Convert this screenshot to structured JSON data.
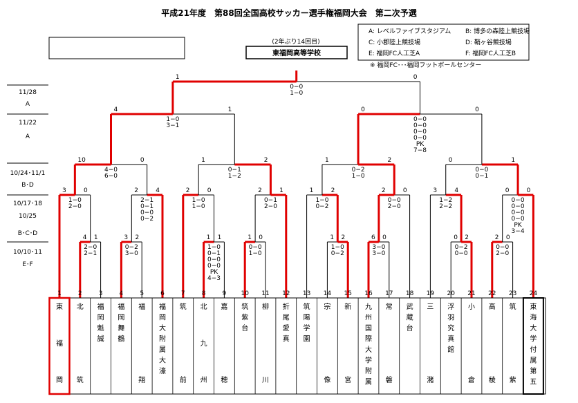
{
  "title": "平成21年度　第88回全国高校サッカー選手権福岡大会　第二次予選",
  "champion_note": "(2年ぶり14回目)",
  "champion_name": "東福岡高等学校",
  "venues": [
    "A: レベルファイブスタジアム",
    "B: 博多の森陸上競技場",
    "C: 小郡陸上競技場",
    "D: 鞘ヶ谷競技場",
    "E: 福岡FC人工芝A",
    "F: 福岡FC人工芝B"
  ],
  "venue_note": "※ 福岡FC･･･福岡フットボールセンター",
  "rounds": [
    {
      "date": "11/28",
      "venue": "A"
    },
    {
      "date": "11/22",
      "venue": "A"
    },
    {
      "date": "10/24･11/1",
      "venue": "B･D"
    },
    {
      "date": "10/17･18",
      "date2": "10/25",
      "venue": "B･C･D"
    },
    {
      "date": "10/10･11",
      "venue": "E･F"
    }
  ],
  "teams": [
    {
      "num": "1",
      "name": "東　福　岡"
    },
    {
      "num": "2",
      "name": "北　筑"
    },
    {
      "num": "3",
      "name": "福岡魁誠"
    },
    {
      "num": "4",
      "name": "福岡舞鶴"
    },
    {
      "num": "5",
      "name": "福　翔"
    },
    {
      "num": "6",
      "name": "福岡大附属大濠"
    },
    {
      "num": "7",
      "name": "筑　前"
    },
    {
      "num": "8",
      "name": "北　九　州"
    },
    {
      "num": "9",
      "name": "嘉　穂"
    },
    {
      "num": "10",
      "name": "筑紫台"
    },
    {
      "num": "11",
      "name": "柳　川"
    },
    {
      "num": "12",
      "name": "折尾愛真"
    },
    {
      "num": "13",
      "name": "筑陽学園"
    },
    {
      "num": "14",
      "name": "宗　像"
    },
    {
      "num": "15",
      "name": "新　宮"
    },
    {
      "num": "16",
      "name": "九州国際大学附属"
    },
    {
      "num": "17",
      "name": "常　磐"
    },
    {
      "num": "18",
      "name": "武蔵台"
    },
    {
      "num": "19",
      "name": "三　潴"
    },
    {
      "num": "20",
      "name": "浮羽究真館"
    },
    {
      "num": "21",
      "name": "小　倉"
    },
    {
      "num": "22",
      "name": "高　稜"
    },
    {
      "num": "23",
      "name": "筑　紫"
    },
    {
      "num": "24",
      "name": "東海大学付属第五"
    }
  ],
  "matches": [
    {
      "id": "r1-a",
      "sl": "4",
      "sr": "1",
      "detail": [
        "2−0",
        "2−1"
      ]
    },
    {
      "id": "r1-b",
      "sl": "3",
      "sr": "2",
      "detail": [
        "0−2",
        "3−0"
      ]
    },
    {
      "id": "r1-c",
      "sl": "1",
      "sr": "1",
      "detail": [
        "1−0",
        "0−1",
        "0−0",
        "0−0",
        "PK",
        "4−3"
      ]
    },
    {
      "id": "r1-d",
      "sl": "1",
      "sr": "0",
      "detail": [
        "0−0",
        "1−0"
      ]
    },
    {
      "id": "r1-e",
      "sl": "1",
      "sr": "2",
      "detail": [
        "1−0",
        "0−2"
      ]
    },
    {
      "id": "r1-f",
      "sl": "6",
      "sr": "0",
      "detail": [
        "3−0",
        "3−0"
      ]
    },
    {
      "id": "r1-g",
      "sl": "0",
      "sr": "2",
      "detail": [
        "0−2",
        "0−0"
      ]
    },
    {
      "id": "r1-h",
      "sl": "2",
      "sr": "0",
      "detail": [
        "0−0",
        "2−0"
      ]
    },
    {
      "id": "r2-a",
      "sl": "3",
      "sr": "0",
      "detail": [
        "1−0",
        "2−0"
      ]
    },
    {
      "id": "r2-b",
      "sl": "2",
      "sr": "4",
      "detail": [
        "2−1",
        "0−1",
        "0−0",
        "0−2"
      ]
    },
    {
      "id": "r2-c",
      "sl": "2",
      "sr": "0",
      "detail": [
        "1−0",
        "1−0"
      ]
    },
    {
      "id": "r2-d",
      "sl": "2",
      "sr": "1",
      "detail": [
        "0−1",
        "2−0"
      ]
    },
    {
      "id": "r2-e",
      "sl": "1",
      "sr": "2",
      "detail": [
        "1−0",
        "0−2"
      ]
    },
    {
      "id": "r2-f",
      "sl": "2",
      "sr": "0",
      "detail": [
        "0−0",
        "2−0"
      ]
    },
    {
      "id": "r2-g",
      "sl": "3",
      "sr": "4",
      "detail": [
        "1−2",
        "2−2"
      ]
    },
    {
      "id": "r2-h",
      "sl": "0",
      "sr": "0",
      "detail": [
        "0−0",
        "0−0",
        "0−0",
        "0−0",
        "PK",
        "3−4"
      ]
    },
    {
      "id": "qf-a",
      "sl": "10",
      "sr": "0",
      "detail": [
        "4−0",
        "6−0"
      ]
    },
    {
      "id": "qf-b",
      "sl": "1",
      "sr": "2",
      "detail": [
        "0−1",
        "1−2"
      ]
    },
    {
      "id": "qf-c",
      "sl": "1",
      "sr": "2",
      "detail": [
        "0−2",
        "1−0"
      ]
    },
    {
      "id": "qf-d",
      "sl": "0",
      "sr": "1",
      "detail": [
        "0−0",
        "0−1"
      ]
    },
    {
      "id": "sf-a",
      "sl": "4",
      "sr": "1",
      "detail": [
        "1−0",
        "3−1"
      ]
    },
    {
      "id": "sf-b",
      "sl": "0",
      "sr": "0",
      "detail": [
        "0−0",
        "0−0",
        "0−0",
        "0−0",
        "PK",
        "7−8"
      ]
    },
    {
      "id": "final",
      "sl": "1",
      "sr": "0",
      "detail": [
        "0−0",
        "1−0"
      ]
    }
  ]
}
